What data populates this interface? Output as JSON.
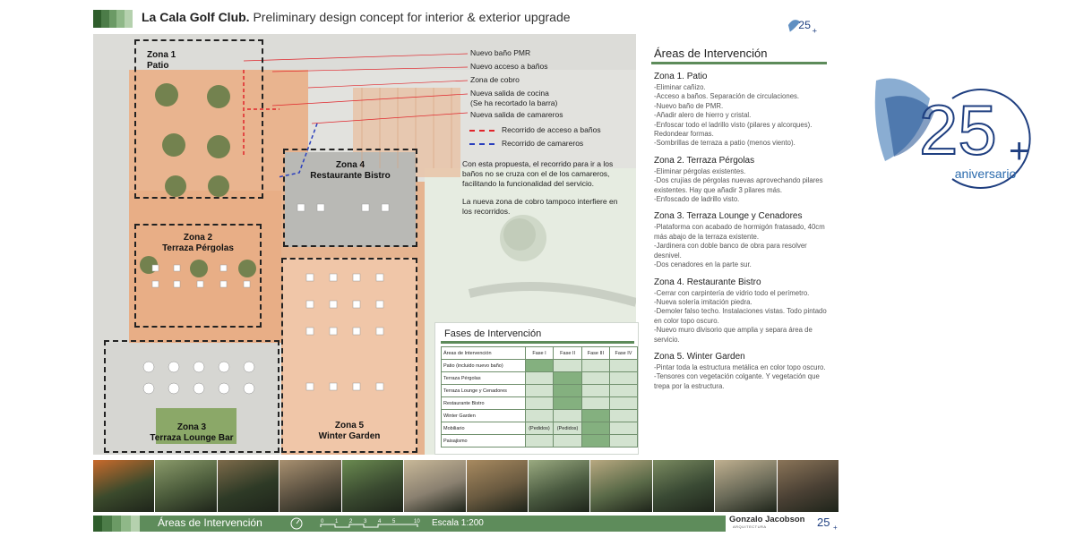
{
  "header": {
    "title_bold": "La Cala Golf Club.",
    "title_rest": " Preliminary design concept for interior & exterior upgrade",
    "strip_colors": [
      "#2f5e2c",
      "#4c7c48",
      "#6b9a65",
      "#8fb888",
      "#b5d1ae"
    ]
  },
  "plan": {
    "zones": [
      {
        "id": "z1",
        "label": "Zona 1\nPatio"
      },
      {
        "id": "z2",
        "label": "Zona 2\nTerraza Pérgolas"
      },
      {
        "id": "z3",
        "label": "Zona 3\nTerraza Lounge Bar"
      },
      {
        "id": "z4",
        "label": "Zona 4\nRestaurante Bistro"
      },
      {
        "id": "z5",
        "label": "Zona 5\nWinter Garden"
      }
    ],
    "callouts": [
      "Nuevo baño PMR",
      "Nuevo acceso a baños",
      "Zona de cobro",
      "Nueva salida de cocina\n(Se ha recortado la barra)",
      "Nueva salida de camareros"
    ],
    "legend": [
      {
        "label": "Recorrido de acceso a baños",
        "color": "#e0242a"
      },
      {
        "label": "Recorrido de camareros",
        "color": "#2a3fbd"
      }
    ],
    "notes": [
      "Con esta propuesta, el recorrido para ir a los baños no se cruza con el de los camareros, facilitando la funcionalidad del servicio.",
      "La nueva zona de cobro tampoco interfiere en los recorridos."
    ]
  },
  "phases": {
    "title": "Fases de Intervención",
    "headers": [
      "Áreas de Intervención",
      "Fase I",
      "Fase II",
      "Fase III",
      "Fase IV"
    ],
    "rows": [
      {
        "name": "Patio (incluido nuevo baño)",
        "cells": [
          "on",
          "off",
          "off",
          "off"
        ],
        "text": [
          "",
          "",
          "",
          ""
        ]
      },
      {
        "name": "Terraza Pérgolas",
        "cells": [
          "off",
          "on",
          "off",
          "off"
        ],
        "text": [
          "",
          "",
          "",
          ""
        ]
      },
      {
        "name": "Terraza Lounge y Cenadores",
        "cells": [
          "off",
          "on",
          "off",
          "off"
        ],
        "text": [
          "",
          "",
          "",
          ""
        ]
      },
      {
        "name": "Restaurante Bistro",
        "cells": [
          "off",
          "on",
          "off",
          "off"
        ],
        "text": [
          "",
          "",
          "",
          ""
        ]
      },
      {
        "name": "Winter Garden",
        "cells": [
          "off",
          "off",
          "on",
          "off"
        ],
        "text": [
          "",
          "",
          "",
          ""
        ]
      },
      {
        "name": "Mobiliario",
        "cells": [
          "off",
          "off",
          "on",
          "off"
        ],
        "text": [
          "(Pedidos)",
          "(Pedidos)",
          "",
          ""
        ]
      },
      {
        "name": "Paisajismo",
        "cells": [
          "off",
          "off",
          "on",
          "off"
        ],
        "text": [
          "",
          "",
          "",
          ""
        ]
      }
    ],
    "colors": {
      "active": "#84b07f",
      "inactive": "#d3e3d0"
    }
  },
  "areas": {
    "title": "Áreas de Intervención",
    "zones": [
      {
        "title": "Zona 1. Patio",
        "items": [
          "-Eliminar cañizo.",
          "-Acceso a baños. Separación de circulaciones.",
          "-Nuevo baño de PMR.",
          "-Añadir alero de hierro y cristal.",
          "-Enfoscar todo el ladrillo visto (pilares y alcorques). Redondear formas.",
          "-Sombrillas de terraza a patio (menos viento)."
        ]
      },
      {
        "title": "Zona 2. Terraza Pérgolas",
        "items": [
          "-Eliminar pérgolas existentes.",
          "-Dos crujías de pérgolas nuevas aprovechando pilares existentes. Hay que añadir 3 pilares más.",
          "-Enfoscado de ladrillo visto."
        ]
      },
      {
        "title": "Zona 3. Terraza Lounge y Cenadores",
        "items": [
          "-Plataforma con acabado de hormigón fratasado, 40cm más abajo de la terraza existente.",
          "-Jardinera con doble banco de obra para resolver desnivel.",
          "-Dos cenadores en la parte sur."
        ]
      },
      {
        "title": "Zona 4. Restaurante Bistro",
        "items": [
          "-Cerrar con carpintería de vidrio todo el perímetro.",
          "-Nueva solería imitación piedra.",
          "-Demoler falso techo. Instalaciones vistas. Todo pintado en color topo oscuro.",
          "-Nuevo muro divisorio que amplia y separa área de servicio."
        ]
      },
      {
        "title": "Zona 5. Winter Garden",
        "items": [
          "-Pintar toda la estructura metálica en color topo oscuro.",
          "-Tensores con vegetación colgante. Y vegetación que trepa por la estructura."
        ]
      }
    ]
  },
  "brand": {
    "anniversary": "aniversario",
    "logo_color": "#2a6aad",
    "footer_logo": "Gonzalo Jacobson",
    "footer_logo_sub": "ARQUITECTURA"
  },
  "photos": [
    {
      "base": "#3b4a2c",
      "accent": "#c96a2c"
    },
    {
      "base": "#4a5a3a",
      "accent": "#8a9a6a"
    },
    {
      "base": "#2e3a26",
      "accent": "#7d6a4a"
    },
    {
      "base": "#5a5040",
      "accent": "#a89070"
    },
    {
      "base": "#3a4a30",
      "accent": "#6a8a50"
    },
    {
      "base": "#8a8070",
      "accent": "#c8b898"
    },
    {
      "base": "#6a5a40",
      "accent": "#a88a60"
    },
    {
      "base": "#4a5a40",
      "accent": "#9aaa80"
    },
    {
      "base": "#5a6a48",
      "accent": "#b8a880"
    },
    {
      "base": "#3a4a34",
      "accent": "#7a8a60"
    },
    {
      "base": "#6a6a58",
      "accent": "#c0b090"
    },
    {
      "base": "#4a4034",
      "accent": "#8a7458"
    }
  ],
  "footer": {
    "title": "Áreas de Intervención",
    "scale_ticks": [
      "0",
      "1",
      "2",
      "3",
      "4",
      "5",
      "10"
    ],
    "scale": "Escala 1:200"
  }
}
